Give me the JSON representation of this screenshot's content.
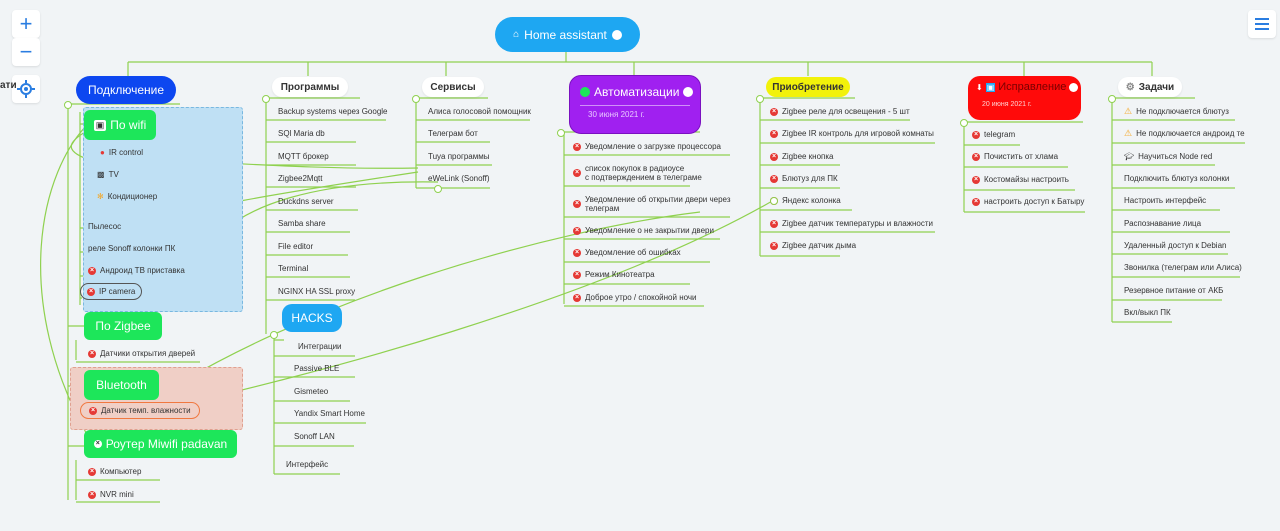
{
  "controls": {
    "zoom_in": "+",
    "zoom_out": "−"
  },
  "left_cut": "ати",
  "root": {
    "label": "Home assistant"
  },
  "connection": {
    "title": "Подключение",
    "wifi": {
      "label": "По wifi",
      "items": [
        "IR control",
        "TV",
        "Кондиционер",
        "Пылесос",
        "реле Sonoff колонки ПК",
        "Андроид ТВ приставка",
        "IP camera"
      ]
    },
    "zigbee": {
      "label": "По Zigbee",
      "items": [
        "Датчики открытия дверей"
      ]
    },
    "bluetooth": {
      "label": "Bluetooth",
      "items": [
        "Датчик темп. влажности"
      ]
    },
    "router": {
      "label": "Роутер Miwifi padavan",
      "items": [
        "Компьютер",
        "NVR mini"
      ]
    }
  },
  "programs": {
    "title": "Программы",
    "items": [
      "Backup systems через Google",
      "SQl Maria db",
      "MQTT брокер",
      "Zigbee2Mqtt",
      "Duckdns server",
      "Samba share",
      "File editor",
      "Terminal",
      "NGINX HA SSL proxy"
    ]
  },
  "hacks": {
    "title": "HACKS",
    "items": [
      "Интеграции",
      "Passive BLE",
      "Gismeteo",
      "Yandix Smart Home",
      "Sonoff LAN",
      "Интерфейс"
    ]
  },
  "services": {
    "title": "Сервисы",
    "items": [
      "Алиса голосовой помощник",
      "Телеграм бот",
      "Tuya программы",
      "eWeLink (Sonoff)"
    ]
  },
  "automations": {
    "title": "Автоматизации",
    "date": "30 июня 2021 г.",
    "items": [
      "Уведомление о загрузке процессора",
      "список покупок в радиоусе\nс подтверждением в телеграме",
      "Уведомление об открытии двери через\nтелеграм",
      "Уведомление о не закрытии двери",
      "Уведомление об ошибках",
      "Режим Кинотеатра",
      "Доброе утро / спокойной ночи"
    ]
  },
  "purchase": {
    "title": "Приобретение",
    "items": [
      "Zigbee реле для освещения - 5 шт",
      "Zigbee IR контроль для игровой комнаты",
      "Zigbee кнопка",
      "Блютуз для ПК",
      "Яндекс колонка",
      "Zigbee датчик температуры и влажности",
      "Zigbee  датчик дыма"
    ]
  },
  "fix": {
    "title": "Исправление",
    "date": "20 июня 2021 г.",
    "items": [
      "telegram",
      "Почистить от хлама",
      "Костомайзы настроить",
      "настроить доступ к Батыру"
    ]
  },
  "tasks": {
    "title": "Задачи",
    "items": [
      "Не подключается блютуз",
      "Не подключается андроид те",
      "Научиться Node red",
      "Подключить блютуз колонки",
      "Настроить интерфейс",
      "Распознавание лица",
      "Удаленный доступ к Debian",
      "Звонилка (телеграм или Алиса)",
      "Резервное питание от АКБ",
      "Вкл/выкл ПК"
    ]
  },
  "colors": {
    "line": "#8fd14f",
    "root": "#1ea7f2",
    "connection": "#0d47f0",
    "green_node": "#1de65a",
    "automations": "#a020f0",
    "purchase": "#f2f20a",
    "fix": "#ff0a0a",
    "hacks": "#1ea7f2"
  }
}
